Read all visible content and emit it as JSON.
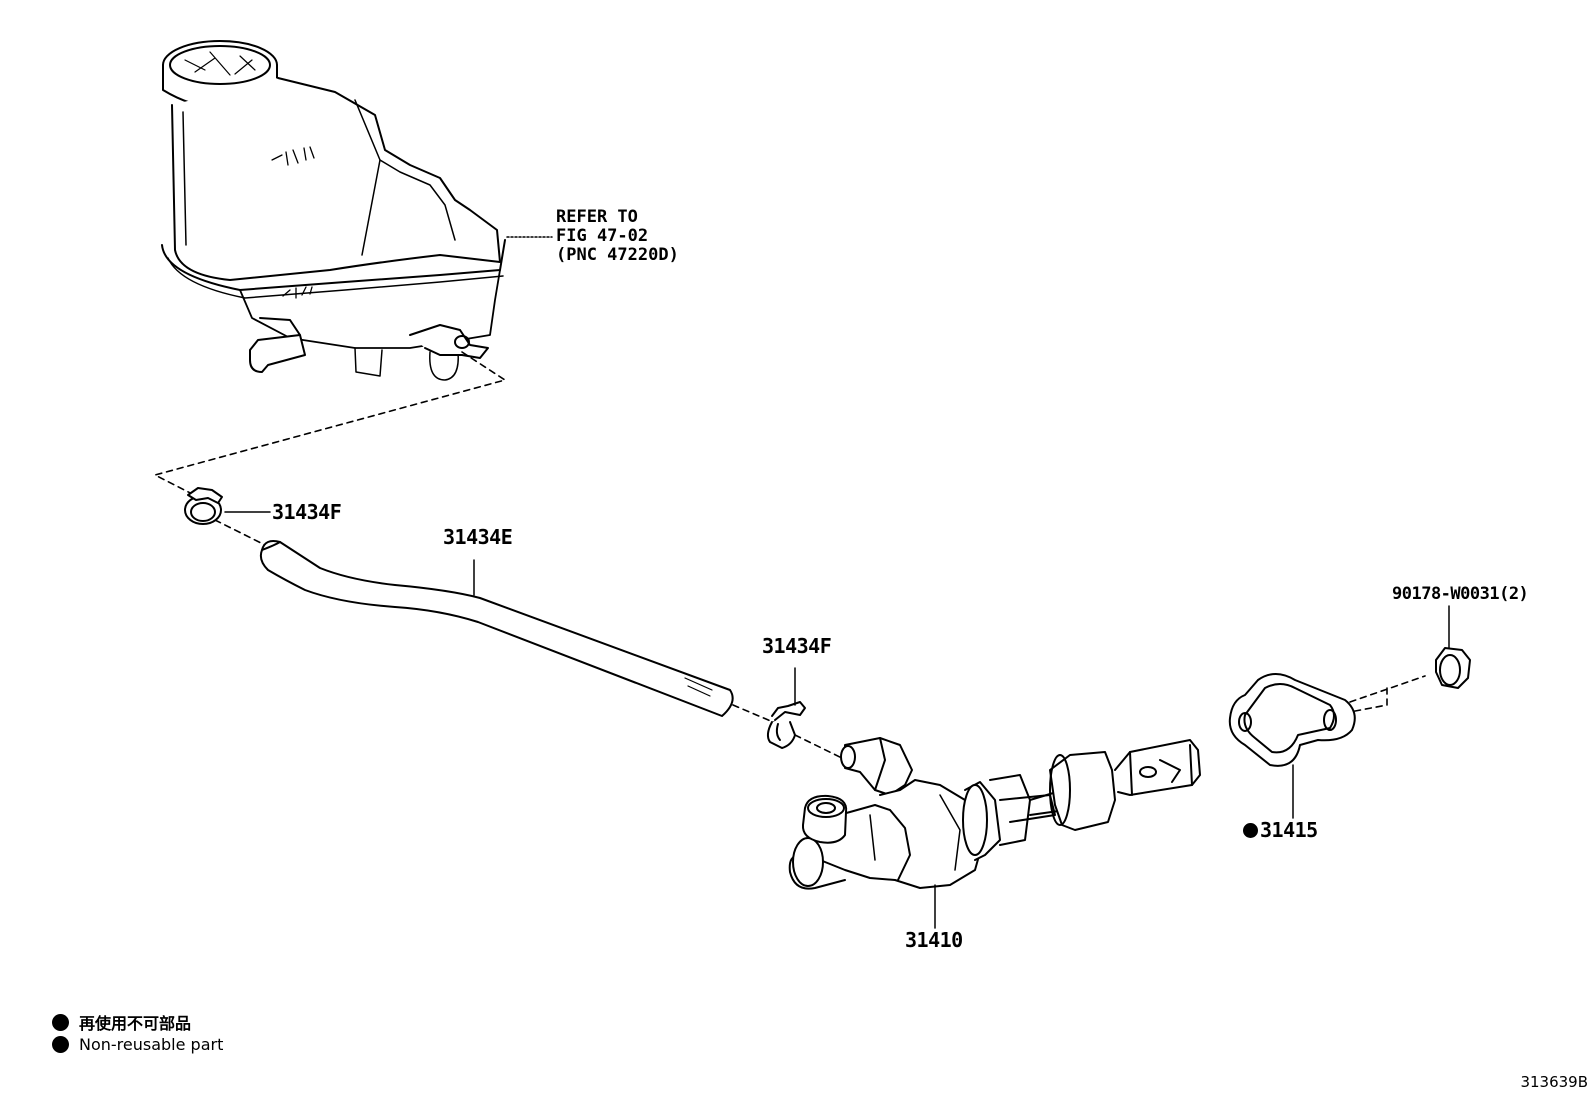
{
  "parts": {
    "hose_clamp_upper": "31434F",
    "hose": "31434E",
    "hose_clamp_lower": "31434F",
    "master_cylinder": "31410",
    "gasket": "31415",
    "nut": "90178-W0031(2)"
  },
  "reference_note": {
    "line1": "REFER TO",
    "line2": "FIG 47-02",
    "line3": "(PNC 47220D)"
  },
  "legend": {
    "japanese": "再使用不可部品",
    "english": "Non-reusable part"
  },
  "figure_number": "313639B",
  "colors": {
    "line": "#000000",
    "background": "#ffffff"
  },
  "icons": [
    "non-reusable-bullet-icon"
  ]
}
